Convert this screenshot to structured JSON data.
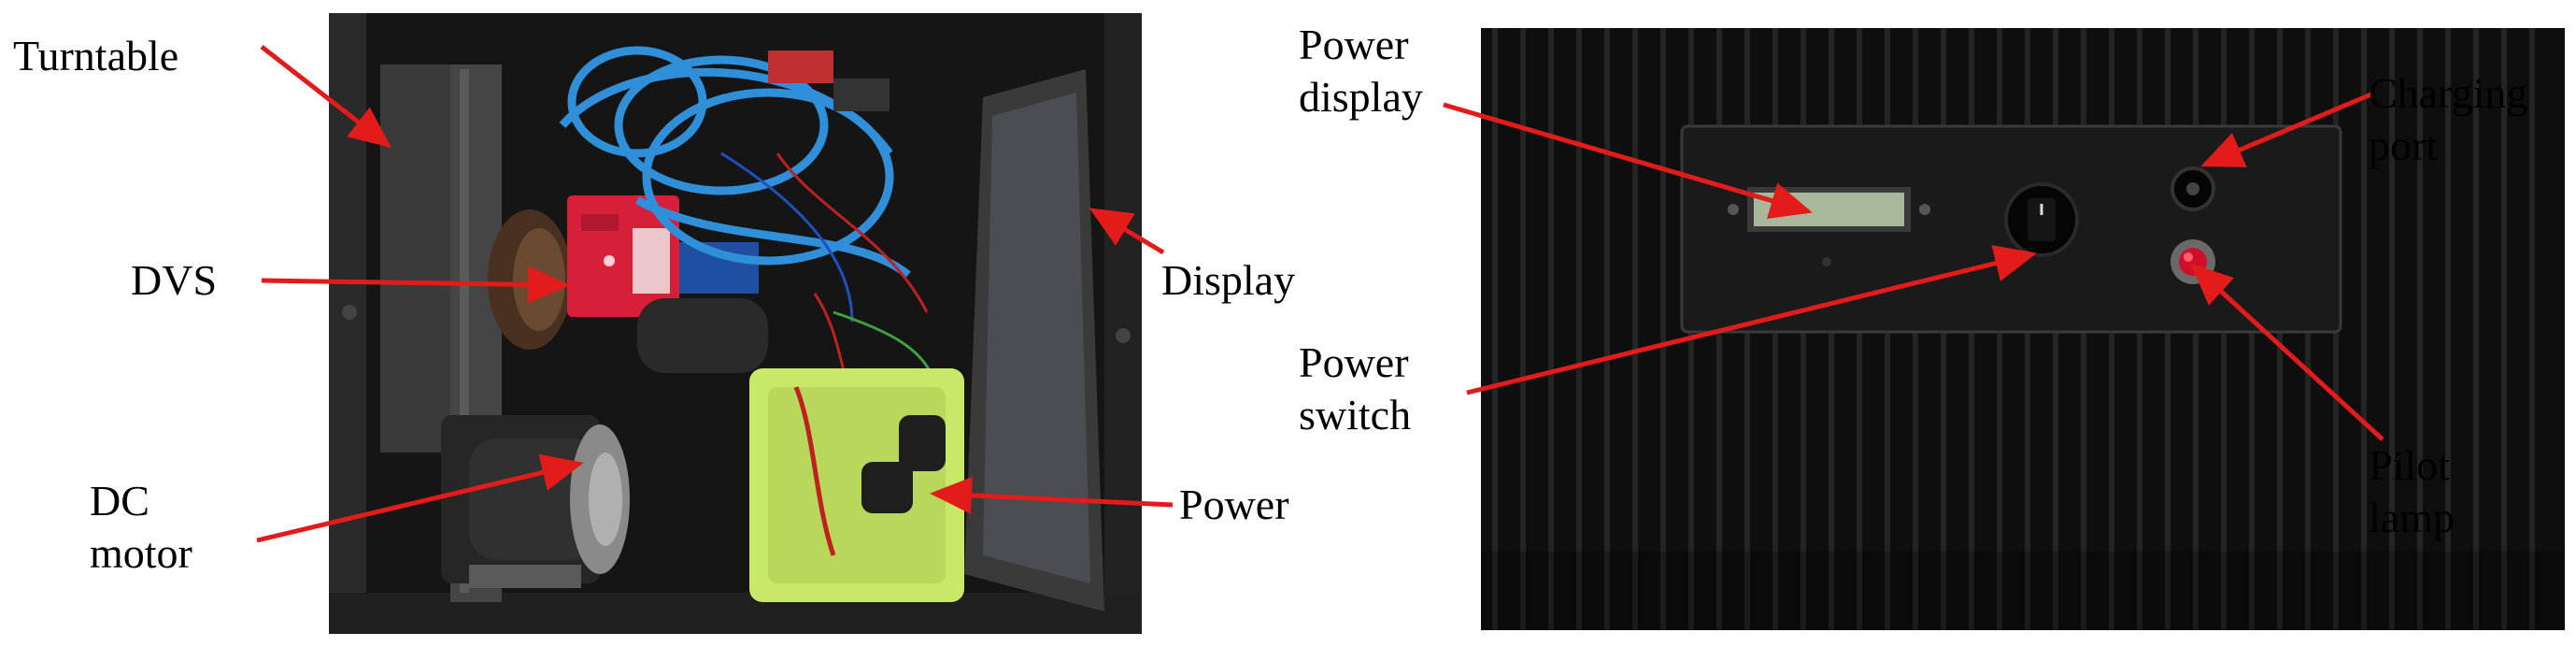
{
  "figure": {
    "left_panel": {
      "labels": {
        "turntable": "Turntable",
        "dvs": "DVS",
        "dc_motor": [
          "DC",
          "motor"
        ],
        "display": "Display",
        "power": "Power"
      }
    },
    "right_panel": {
      "labels": {
        "power_display": [
          "Power",
          "display"
        ],
        "power_switch": [
          "Power",
          "switch"
        ],
        "charging_port": [
          "Charging",
          "port"
        ],
        "pilot_lamp": [
          "Pilot",
          "lamp"
        ]
      }
    }
  },
  "colors": {
    "arrow": "#e41b1b",
    "enclosure": "#111111",
    "battery": "#c8e86a",
    "dvs_camera": "#d81f3a",
    "cable": "#2f8fd8",
    "lcd": "#a8b89a",
    "pilot_lamp": "#d0102a"
  }
}
